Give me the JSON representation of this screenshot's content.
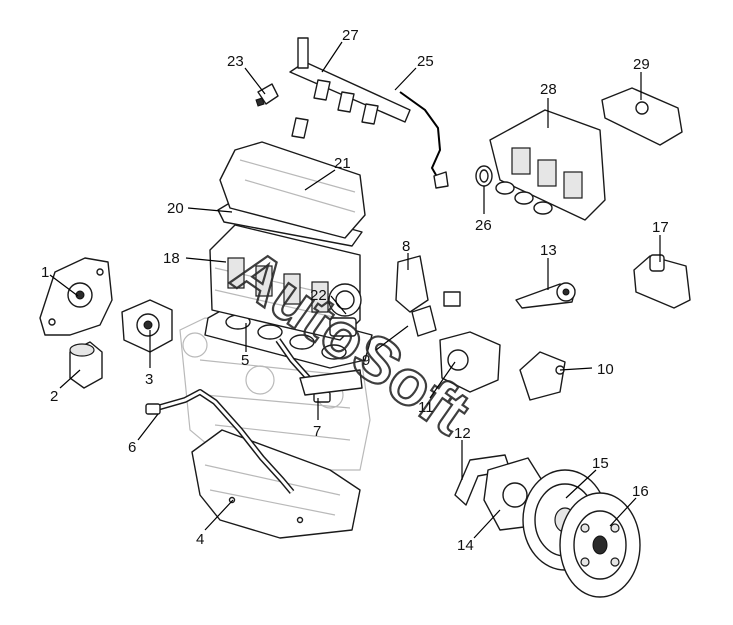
{
  "diagram": {
    "callouts": [
      {
        "id": "1",
        "label": "1"
      },
      {
        "id": "2",
        "label": "2"
      },
      {
        "id": "3",
        "label": "3"
      },
      {
        "id": "4",
        "label": "4"
      },
      {
        "id": "5",
        "label": "5"
      },
      {
        "id": "6",
        "label": "6"
      },
      {
        "id": "7",
        "label": "7"
      },
      {
        "id": "8",
        "label": "8"
      },
      {
        "id": "9",
        "label": "9"
      },
      {
        "id": "10",
        "label": "10"
      },
      {
        "id": "11",
        "label": "11"
      },
      {
        "id": "12",
        "label": "12"
      },
      {
        "id": "13",
        "label": "13"
      },
      {
        "id": "14",
        "label": "14"
      },
      {
        "id": "15",
        "label": "15"
      },
      {
        "id": "16",
        "label": "16"
      },
      {
        "id": "17",
        "label": "17"
      },
      {
        "id": "18",
        "label": "18"
      },
      {
        "id": "20",
        "label": "20"
      },
      {
        "id": "21",
        "label": "21"
      },
      {
        "id": "22",
        "label": "22"
      },
      {
        "id": "23",
        "label": "23"
      },
      {
        "id": "25",
        "label": "25"
      },
      {
        "id": "26",
        "label": "26"
      },
      {
        "id": "27",
        "label": "27"
      },
      {
        "id": "28",
        "label": "28"
      },
      {
        "id": "29",
        "label": "29"
      }
    ],
    "watermark": "AutoSoft",
    "colors": {
      "line": "#1a1a1a",
      "background": "#ffffff",
      "ghost": "#b9b9b9"
    }
  }
}
